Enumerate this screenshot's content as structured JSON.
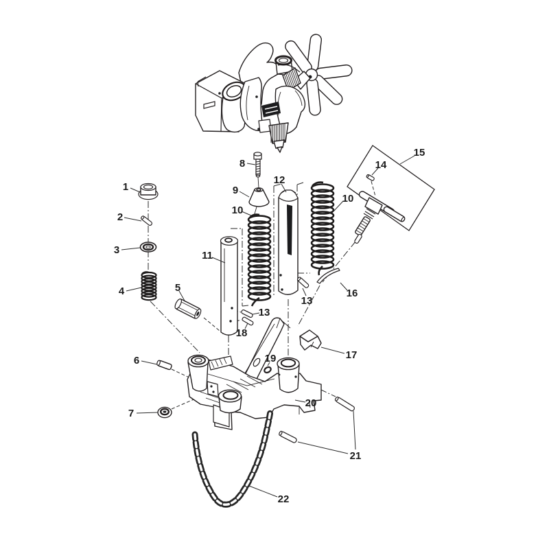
{
  "diagram": {
    "type": "exploded-parts-diagram",
    "colors": {
      "background": "#ffffff",
      "line": "#231f20",
      "dark_fill": "#1c1c1e"
    },
    "callouts": [
      {
        "label": "1"
      },
      {
        "label": "2"
      },
      {
        "label": "3"
      },
      {
        "label": "4"
      },
      {
        "label": "5"
      },
      {
        "label": "6"
      },
      {
        "label": "7"
      },
      {
        "label": "8"
      },
      {
        "label": "9"
      },
      {
        "label": "10"
      },
      {
        "label": "10"
      },
      {
        "label": "11"
      },
      {
        "label": "12"
      },
      {
        "label": "13"
      },
      {
        "label": "13"
      },
      {
        "label": "14"
      },
      {
        "label": "15"
      },
      {
        "label": "16"
      },
      {
        "label": "17"
      },
      {
        "label": "18"
      },
      {
        "label": "19"
      },
      {
        "label": "20"
      },
      {
        "label": "21"
      },
      {
        "label": "22"
      }
    ]
  }
}
